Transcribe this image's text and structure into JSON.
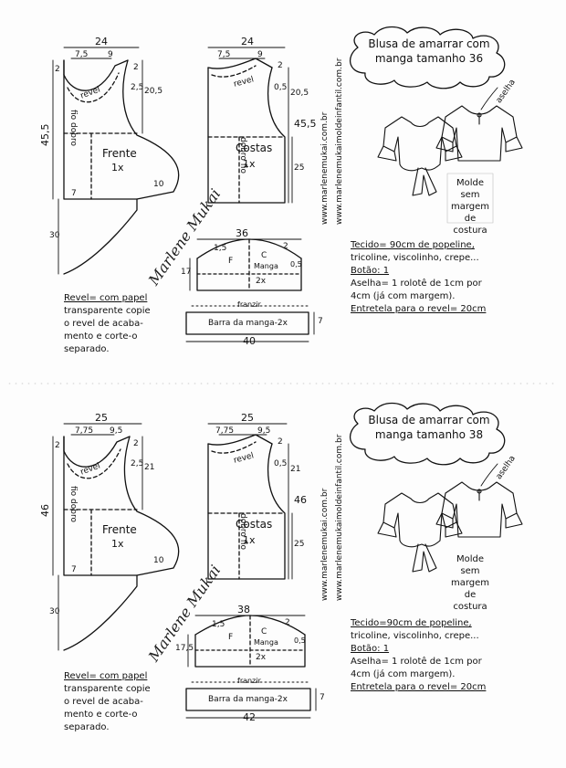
{
  "blocks": [
    {
      "size": "36",
      "front": {
        "width": "24",
        "seg_a": "7,5",
        "seg_b": "9",
        "top_right": "2",
        "side_top": "20,5",
        "left_top": "2",
        "total": "45,5",
        "label": "Frente",
        "count": "1x",
        "waist": "7",
        "hem": "10",
        "tail": "30",
        "revel": "revel",
        "fold": "fio dobro",
        "armhole": "2,5"
      },
      "back": {
        "width": "24",
        "seg_a": "7,5",
        "seg_b": "9",
        "top_right": "2",
        "side_top": "20,5",
        "total": "45,5",
        "lower": "25",
        "label": "Costas",
        "count": "1x",
        "revel": "revel",
        "armhole": "0,5",
        "fold": "dobro fio"
      },
      "sleeve": {
        "width": "36",
        "cap": "1,5",
        "cap_right": "2",
        "left_h": "17",
        "right_h": "0,5",
        "f": "F",
        "c": "C",
        "manga": "Manga",
        "count": "2x"
      },
      "band": {
        "label": "Barra da manga-2x",
        "width": "40",
        "h": "7",
        "franzir": "franzir"
      },
      "website": "www.marlenemukai.com.br",
      "website2": "www.marlenemukaimoldeinfantil.com.br",
      "title_lines": [
        "Blusa de amarrar com",
        "manga tamanho 36"
      ],
      "aselha": "aselha",
      "molde": [
        "Molde sem",
        "margem de",
        "costura"
      ],
      "revel_note": [
        "Revel= com papel",
        "transparente copie",
        "o revel de acaba-",
        "mento e corte-o",
        "separado."
      ],
      "materials": [
        "Tecido= 90cm de popeline,",
        "tricoline, viscolinho, crepe...",
        "Botão: 1",
        "Aselha= 1 rolotê de 1cm por",
        "4cm (já com margem).",
        "Entretela para o revel= 20cm"
      ]
    },
    {
      "size": "38",
      "front": {
        "width": "25",
        "seg_a": "7,75",
        "seg_b": "9,5",
        "top_right": "2",
        "side_top": "21",
        "left_top": "2",
        "total": "46",
        "label": "Frente",
        "count": "1x",
        "waist": "7",
        "hem": "10",
        "tail": "30",
        "revel": "revel",
        "fold": "fio dobro",
        "armhole": "2,5"
      },
      "back": {
        "width": "25",
        "seg_a": "7,75",
        "seg_b": "9,5",
        "top_right": "2",
        "side_top": "21",
        "total": "46",
        "lower": "25",
        "label": "Costas",
        "count": "1x",
        "revel": "revel",
        "armhole": "0,5",
        "fold": "dobro fio"
      },
      "sleeve": {
        "width": "38",
        "cap": "1,5",
        "cap_right": "2",
        "left_h": "17,5",
        "right_h": "0,5",
        "f": "F",
        "c": "C",
        "manga": "Manga",
        "count": "2x"
      },
      "band": {
        "label": "Barra da manga-2x",
        "width": "42",
        "h": "7",
        "franzir": "franzir"
      },
      "website": "www.marlenemukai.com.br",
      "website2": "www.marlenemukaimoldeinfantil.com.br",
      "title_lines": [
        "Blusa de amarrar com",
        "manga tamanho 38"
      ],
      "aselha": "aselha",
      "molde": [
        "Molde sem",
        "margem de",
        "costura"
      ],
      "revel_note": [
        "Revel= com papel",
        "transparente copie",
        "o revel de acaba-",
        "mento e corte-o",
        "separado."
      ],
      "materials": [
        "Tecido=90cm de popeline,",
        "tricoline, viscolinho, crepe...",
        "Botão: 1",
        "Aselha= 1 rolotê de 1cm por",
        "4cm (já com margem).",
        "Entretela para o revel= 20cm"
      ]
    }
  ],
  "signature": "Marlene Mukai"
}
